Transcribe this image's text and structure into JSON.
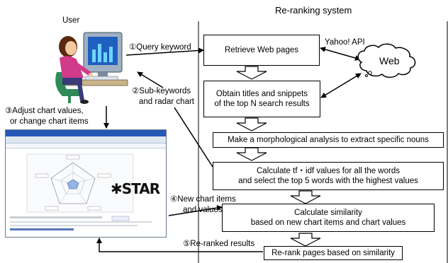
{
  "system_title": "Re-ranking system",
  "user_label": "User",
  "boxes": {
    "retrieve": "Retrieve Web pages",
    "obtain_line1": "Obtain titles and snippets",
    "obtain_line2": "of the top N search results",
    "morph": "Make a morphological analysis to extract specific nouns",
    "tfidf_line1": "Calculate tf・idf values for all the words",
    "tfidf_line2": "and select the top 5 words with the highest values",
    "similarity_line1": "Calculate similarity",
    "similarity_line2": "based on new chart items and chart values",
    "rerank": "Re-rank pages based on similarity"
  },
  "web_cloud": "Web",
  "api_label": "Yahoo! API",
  "steps": {
    "s1": "①Query keyword",
    "s2_line1": "②Sub-keywords",
    "s2_line2": "and radar chart",
    "s3_line1": "③Adjust chart values,",
    "s3_line2": "or change chart items",
    "s4_line1": "④New chart items",
    "s4_line2": "and values",
    "s5": "⑤Re-ranked results"
  },
  "screenshot_logo": "✱STAR",
  "colors": {
    "accent_blue": "#1f5fbf",
    "skin": "#f2c9a0",
    "shirt": "#d23a8a"
  }
}
